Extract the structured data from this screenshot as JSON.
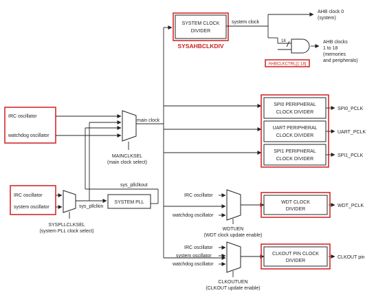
{
  "blocks": {
    "system_clock_divider": [
      "SYSTEM CLOCK",
      "DIVIDER"
    ],
    "spi0_divider": [
      "SPI0 PERIPHERAL",
      "CLOCK DIVIDER"
    ],
    "uart_divider": [
      "UART PERIPHERAL",
      "CLOCK DIVIDER"
    ],
    "spi1_divider": [
      "SPI1 PERIPHERAL",
      "CLOCK DIVIDER"
    ],
    "system_pll": "SYSTEM PLL",
    "wdt_divider": [
      "WDT CLOCK",
      "DIVIDER"
    ],
    "clkout_divider": [
      "CLKOUT PIN CLOCK",
      "DIVIDER"
    ]
  },
  "red_labels": {
    "sysahbclkdiv": "SYSAHBCLKDIV",
    "ahbclkctrl": "AHBCLKCTRL[1:18]"
  },
  "signals": {
    "system_clock": "system clock",
    "main_clock": "main clock",
    "sys_pllclkout": "sys_pllclkout",
    "sys_pllclkin": "sys_pllclkin",
    "bus_width": "18"
  },
  "main_inputs": [
    "IRC oscillator",
    "watchdog oscillator"
  ],
  "pll_inputs": [
    "IRC oscillator",
    "system oscillator"
  ],
  "wdt_inputs": [
    "IRC oscillator",
    "watchdog oscillator"
  ],
  "clkout_inputs": [
    "IRC oscillator",
    "system oscillator",
    "watchdog oscillator"
  ],
  "outputs": {
    "ahb0": [
      "AHB clock 0",
      "(system)"
    ],
    "ahb_clocks": [
      "AHB clocks",
      "1 to 18",
      "(memories",
      "and peripherals)"
    ],
    "spi0": "SPI0_PCLK",
    "uart": "UART_PCLK",
    "spi1": "SPI1_PCLK",
    "wdt": "WDT_PCLK",
    "clkout": "CLKOUT pin"
  },
  "mux_labels": {
    "mainclksel": [
      "MAINCLKSEL",
      "(main clock select)"
    ],
    "syspllclksel": [
      "SYSPLLCLKSEL",
      "(system PLL clock select)"
    ],
    "wdtuen": [
      "WDTUEN",
      "(WDT clock update enable)"
    ],
    "clkoutuen": [
      "CLKOUTUEN",
      "(CLKOUT update enable)"
    ]
  }
}
